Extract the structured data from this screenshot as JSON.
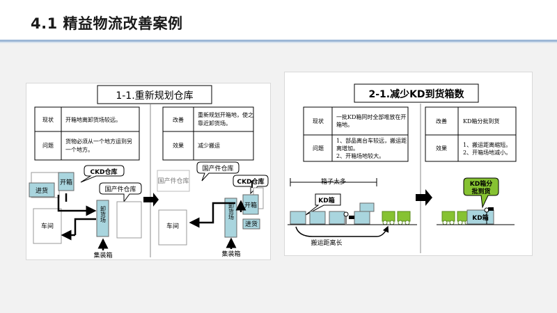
{
  "page": {
    "title": "4.1 精益物流改善案例"
  },
  "left_case": {
    "heading": "1-1.重新规划仓库",
    "before_table": [
      {
        "label": "现状",
        "text": [
          "开箱地离卸货场较远。"
        ]
      },
      {
        "label": "问题",
        "text": [
          "货物必须从一个地方运到另",
          "一个地方。"
        ]
      }
    ],
    "after_table": [
      {
        "label": "改善",
        "text": [
          "重新规划开箱地，使之",
          "靠近卸货场。"
        ]
      },
      {
        "label": "效果",
        "text": [
          "减少搬运"
        ]
      }
    ],
    "before_diagram": {
      "ckd_callout": "CKD仓库",
      "domestic_callout": "国产件仓库",
      "inbound": "进货",
      "unpack": "开箱",
      "unload_yard": "卸货场",
      "workshop": "车间",
      "container": "集装箱"
    },
    "after_diagram": {
      "domestic_callout": "国产件仓库",
      "domestic_faded": "国产件仓库",
      "ckd_callout": "CKD仓库",
      "unpack": "开箱",
      "inbound": "进货",
      "unload_yard": "卸货场",
      "workshop": "车间",
      "container": "集装箱"
    }
  },
  "right_case": {
    "heading": "2-1.减少KD到货箱数",
    "before_table": [
      {
        "label": "现状",
        "text": [
          "一批KD箱同时全部堆放在开",
          "箱地。"
        ]
      },
      {
        "label": "问题",
        "text": [
          "1、部品离台车较远，搬运距",
          "离增加。",
          "2、开箱场地较大。"
        ]
      }
    ],
    "after_table": [
      {
        "label": "改善",
        "text": [
          "KD箱分批到货"
        ]
      },
      {
        "label": "效果",
        "text": [
          "1、搬运距离缩短。",
          "2、开箱场地减小。"
        ]
      }
    ],
    "before_diagram": {
      "too_many": "箱子太多",
      "kd_box": "KD箱",
      "distance": "搬运距离长"
    },
    "after_diagram": {
      "batch_callout": [
        "KD箱分",
        "批到货"
      ],
      "kd_box": "KD箱"
    }
  },
  "colors": {
    "box_fill": "#a9d5de",
    "cart_green": "#86c232",
    "arrow": "#000000",
    "bar_blue": "#9db7d6"
  }
}
